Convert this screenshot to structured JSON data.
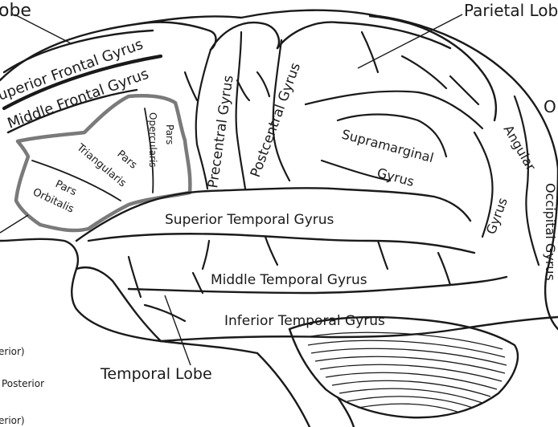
{
  "labels": {
    "frontal_lobe": "obe",
    "parietal_lobe": "Parietal Lob",
    "superior_frontal_gyrus": "uperior Frontal Gyrus",
    "middle_frontal_gyrus": "Middle Frontal Gyrus",
    "pars_opercularis_line1": "Pars",
    "pars_opercularis_line2": "Opercularis",
    "pars_triangularis_line1": "Pars",
    "pars_triangularis_line2": "Triangularis",
    "pars_orbitalis_line1": "Pars",
    "pars_orbitalis_line2": "Orbitalis",
    "precentral_gyrus": "Precentral Gyrus",
    "postcentral_gyrus": "Postcentral Gyrus",
    "supramarginal_line1": "Supramarginal",
    "supramarginal_line2": "Gyrus",
    "angular_line1": "Angular",
    "angular_line2": "Gyrus",
    "occipital_gyrus": "Occipital Gyrus",
    "occipital_cut": "O",
    "superior_temporal_gyrus": "Superior Temporal Gyrus",
    "middle_temporal_gyrus": "Middle Temporal Gyrus",
    "inferior_temporal_gyrus": "Inferior Temporal Gyrus",
    "temporal_lobe": "Temporal Lobe",
    "legend_1": "erior)",
    "legend_2": "Posterior",
    "legend_3": "erior)"
  },
  "colors": {
    "ink": "#1a1a1a",
    "broca_outline": "#7a7a7a",
    "background": "#ffffff"
  }
}
